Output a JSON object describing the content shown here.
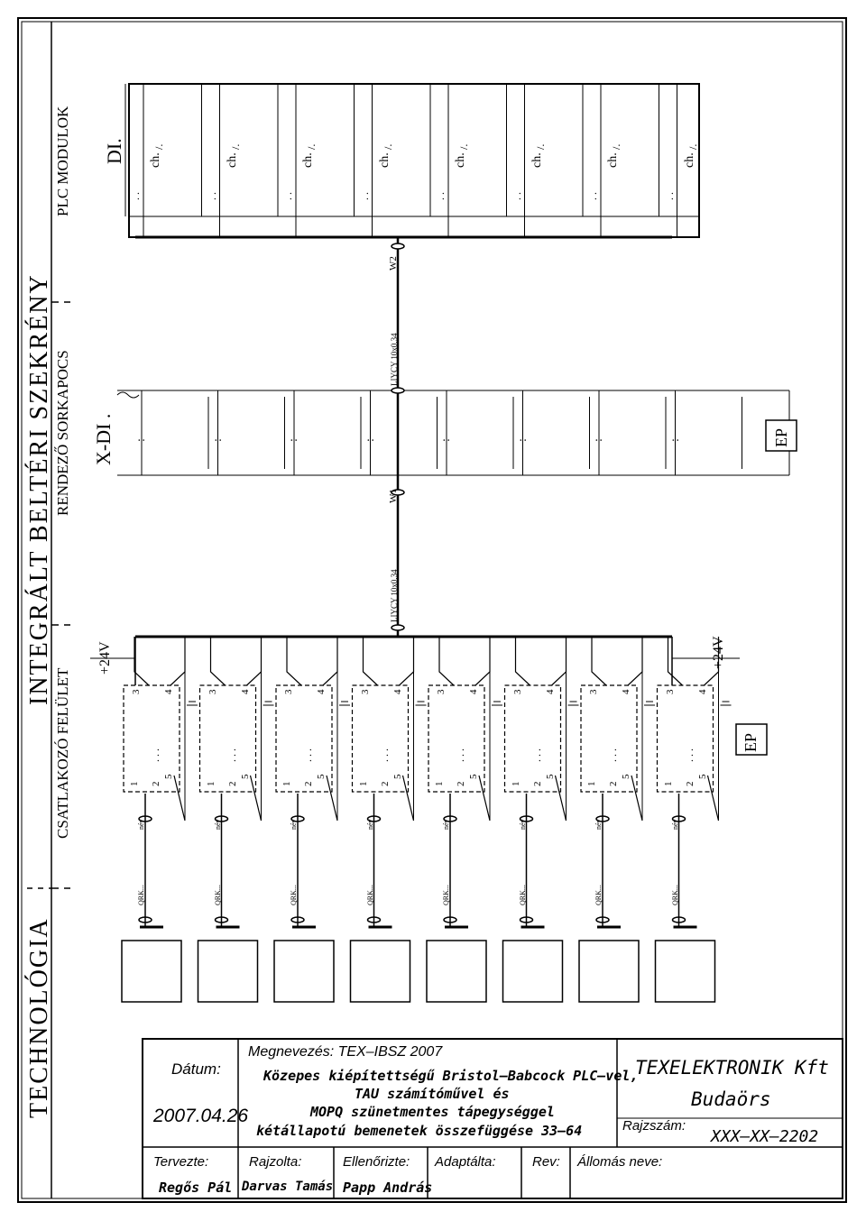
{
  "sections": {
    "technologia": "TECHNOLÓGIA",
    "integralt": "INTEGRÁLT BELTÉRI SZEKRÉNY",
    "csatlakozo": "CSATLAKOZÓ FELÜLET",
    "rendezo": "RENDEZŐ SORKAPOCS",
    "plc": "PLC MODULOK"
  },
  "schematic": {
    "di_label": "DI.",
    "xdi_label": "X-DI .",
    "v24_left": "+24V",
    "v24_right": "+24V",
    "ep_top": "EP",
    "ep_bottom": "EP",
    "w1": "W1",
    "w2": "W2",
    "cable1": "LIYCY 10x0,34",
    "cable2": "LIYCY 10x0,34",
    "terminal_dots": ":",
    "plc_ch": "ch.",
    "plc_dots": ". .",
    "plc_slash": "/.",
    "device_tag": "QRK...",
    "wire_tag": "név",
    "device_mid": ". . .",
    "pins": {
      "p1": "1",
      "p2": "2",
      "p3": "3",
      "p4": "4",
      "p5": "5"
    },
    "channel_count": 8
  },
  "title_block": {
    "datum_label": "Dátum:",
    "datum_value": "2007.04.26",
    "megnevezes": "Megnevezés:  TEX–IBSZ 2007",
    "desc1": "Közepes kiépítettségű Bristol–Babcock PLC–vel,",
    "desc2": "TAU számítóművel és",
    "desc3": "MOPQ szünetmentes tápegységgel",
    "desc4": "kétállapotú bemenetek összefüggése 33–64",
    "company": "TEXELEKTRONIK Kft",
    "city": "Budaörs",
    "rajzszam_label": "Rajzszám:",
    "rajzszam_value": "XXX–XX–2202",
    "tervezte_label": "Tervezte:",
    "tervezte_value": "Regős Pál",
    "rajzolta_label": "Rajzolta:",
    "rajzolta_value": "Darvas Tamás",
    "ellenorizte_label": "Ellenőrizte:",
    "ellenorizte_value": "Papp András",
    "adaptalta_label": "Adaptálta:",
    "rev_label": "Rev:",
    "allomas_label": "Állomás neve:"
  }
}
